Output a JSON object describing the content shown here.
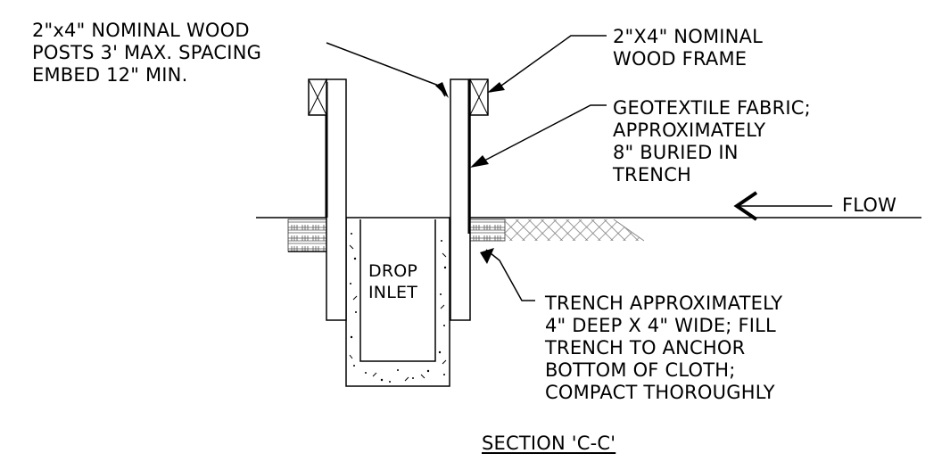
{
  "notes": {
    "posts": "2\"x4\" NOMINAL WOOD\nPOSTS 3' MAX. SPACING\nEMBED 12\" MIN.",
    "frame": "2\"X4\" NOMINAL\nWOOD FRAME",
    "fabric": "GEOTEXTILE FABRIC;\nAPPROXIMATELY\n8\" BURIED IN\nTRENCH",
    "flow": "FLOW",
    "trench": "TRENCH APPROXIMATELY\n4\" DEEP X 4\" WIDE; FILL\nTRENCH TO ANCHOR\nBOTTOM OF CLOTH;\nCOMPACT THOROUGHLY"
  },
  "inlet_label": "DROP\nINLET",
  "section_title": "SECTION 'C-C'",
  "colors": {
    "line": "#000000",
    "hatch": "#555555",
    "background": "#ffffff"
  }
}
